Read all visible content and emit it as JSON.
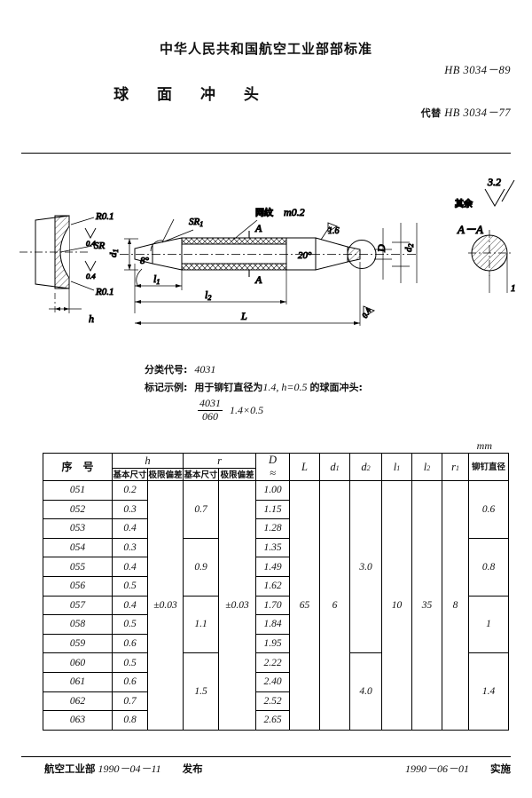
{
  "header": {
    "ministry_line": "中华人民共和国航空工业部部标准",
    "title": "球 面 冲 头",
    "standard_code": "HB 3034－89",
    "replaces_label": "代替",
    "replaces_code": "HB 3034－77"
  },
  "drawing": {
    "detail_labels": {
      "r_upper": "R0.1",
      "r_lower": "R0.1",
      "sr": "SR",
      "rough_upper": "0.4",
      "rough_lower": "0.4",
      "h": "h"
    },
    "main_labels": {
      "sr1": "SR",
      "sr1_sub": "1",
      "knurl": "网纹",
      "knurl_spec": "m0.2",
      "section_top": "A",
      "section_bottom": "A",
      "d1": "d",
      "d1_sub": "1",
      "angle_left": "8°",
      "angle_right": "20°",
      "rough_cone": "1.6",
      "rough_body": "0.4",
      "D": "D",
      "d2": "d",
      "d2_sub": "2",
      "l1": "l",
      "l1_sub": "1",
      "l2": "l",
      "l2_sub": "2",
      "L": "L"
    },
    "right_notes": {
      "remaining_label": "其余",
      "remaining_value": "3.2",
      "section_title": "A－A",
      "section_dim": "1"
    }
  },
  "notes": {
    "class_code_label": "分类代号:",
    "class_code_value": "4031",
    "marking_label": "标记示例:",
    "marking_text_1": "用于铆钉直径为",
    "marking_val_1": "1.4",
    "marking_text_2": ", h=0.5",
    "marking_text_3": "的球面冲头:",
    "frac_num": "4031",
    "frac_den": "060",
    "mark_dim": "1.4×0.5"
  },
  "table": {
    "unit": "mm",
    "headers": {
      "seq": "序　号",
      "h": "h",
      "r": "r",
      "basic_size": "基本尺寸",
      "limit_dev": "极限偏差",
      "D": "D",
      "D_approx": "≈",
      "L": "L",
      "d1": "d",
      "d1_sub": "1",
      "d2": "d",
      "d2_sub": "2",
      "l1": "l",
      "l1_sub": "1",
      "l2": "l",
      "l2_sub": "2",
      "r1": "r",
      "r1_sub": "1",
      "rivet_dia": "铆钉直径"
    },
    "rows": [
      {
        "seq": "051",
        "h": "0.2",
        "D": "1.00"
      },
      {
        "seq": "052",
        "h": "0.3",
        "D": "1.15"
      },
      {
        "seq": "053",
        "h": "0.4",
        "D": "1.28"
      },
      {
        "seq": "054",
        "h": "0.3",
        "D": "1.35"
      },
      {
        "seq": "055",
        "h": "0.4",
        "D": "1.49"
      },
      {
        "seq": "056",
        "h": "0.5",
        "D": "1.62"
      },
      {
        "seq": "057",
        "h": "0.4",
        "D": "1.70"
      },
      {
        "seq": "058",
        "h": "0.5",
        "D": "1.84"
      },
      {
        "seq": "059",
        "h": "0.6",
        "D": "1.95"
      },
      {
        "seq": "060",
        "h": "0.5",
        "D": "2.22"
      },
      {
        "seq": "061",
        "h": "0.6",
        "D": "2.40"
      },
      {
        "seq": "062",
        "h": "0.7",
        "D": "2.52"
      },
      {
        "seq": "063",
        "h": "0.8",
        "D": "2.65"
      }
    ],
    "h_tolerance": "±0.03",
    "r_tolerance": "±0.03",
    "r_groups": [
      {
        "value": "0.7",
        "span": 3
      },
      {
        "value": "0.9",
        "span": 3
      },
      {
        "value": "1.1",
        "span": 3
      },
      {
        "value": "1.5",
        "span": 4
      }
    ],
    "d2_groups": [
      {
        "value": "3.0",
        "span": 9
      },
      {
        "value": "4.0",
        "span": 4
      }
    ],
    "rivet_groups": [
      {
        "value": "0.6",
        "span": 3
      },
      {
        "value": "0.8",
        "span": 3
      },
      {
        "value": "1",
        "span": 3
      },
      {
        "value": "1.4",
        "span": 4
      }
    ],
    "L": "65",
    "d1": "6",
    "l1": "10",
    "l2": "35",
    "r1": "8"
  },
  "footer": {
    "issuer": "航空工业部",
    "issue_date": "1990－04－11",
    "issue_label": "发布",
    "effective_date": "1990－06－01",
    "effective_label": "实施"
  }
}
